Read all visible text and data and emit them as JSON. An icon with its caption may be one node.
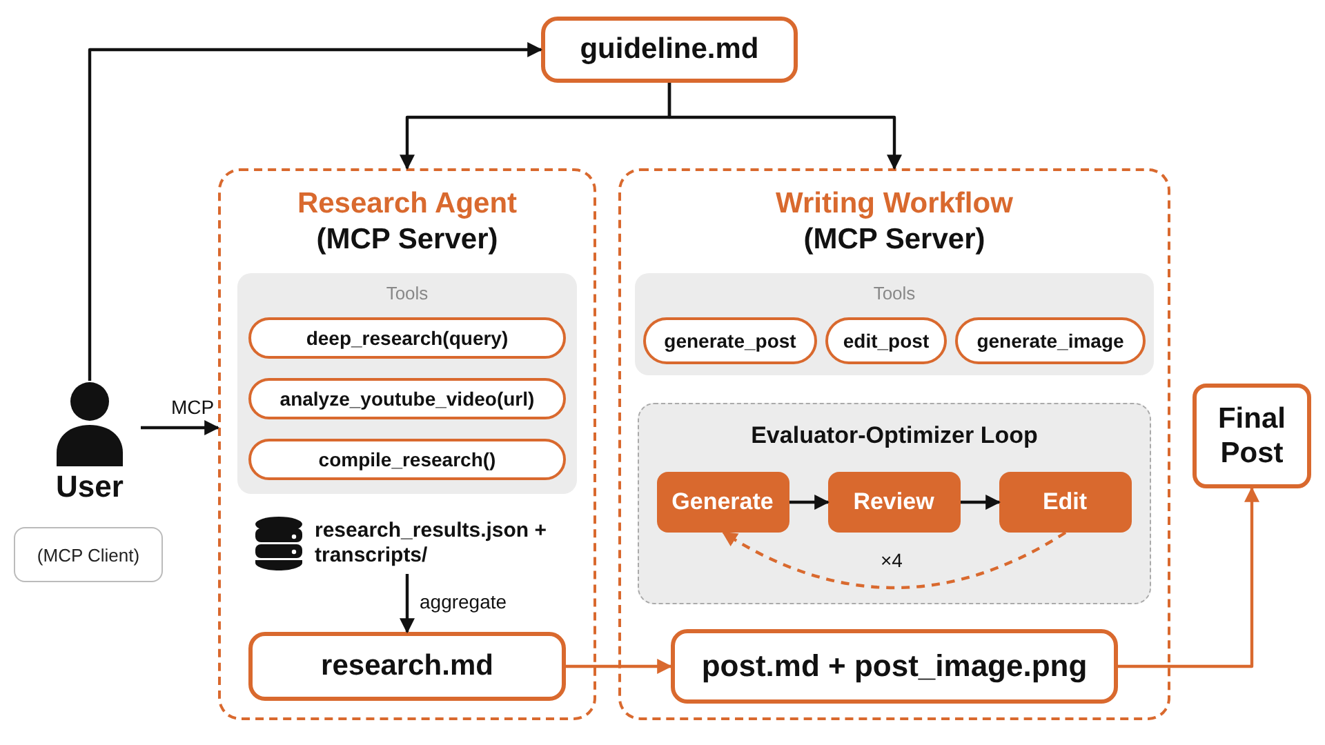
{
  "diagram": {
    "nodes": [
      {
        "text": [
          "guideline.md"
        ]
      },
      {
        "text": [
          "Research Agent",
          "(MCP Server)"
        ]
      },
      {
        "text": [
          "Tools"
        ],
        "in": 1
      },
      {
        "text": [
          "deep_research(query)"
        ],
        "in": 2
      },
      {
        "text": [
          "analyze_youtube_video(url)"
        ],
        "in": 2
      },
      {
        "text": [
          "compile_research()"
        ],
        "in": 2
      },
      {
        "text": [
          "research_results.json + transcripts/"
        ],
        "in": 1
      },
      {
        "text": [
          "research.md"
        ],
        "in": 1
      },
      {
        "text": [
          "Writing Workflow",
          "(MCP Server)"
        ]
      },
      {
        "text": [
          "Tools"
        ],
        "in": 8
      },
      {
        "text": [
          "generate_post"
        ],
        "in": 9
      },
      {
        "text": [
          "edit_post"
        ],
        "in": 9
      },
      {
        "text": [
          "generate_image"
        ],
        "in": 9
      },
      {
        "text": [
          "Evaluator-Optimizer Loop"
        ],
        "in": 8
      },
      {
        "text": [
          "Generate"
        ],
        "in": 13
      },
      {
        "text": [
          "Review"
        ],
        "in": 13
      },
      {
        "text": [
          "Edit"
        ],
        "in": 13
      },
      {
        "text": [
          "post.md + post_image.png"
        ],
        "in": 8
      },
      {
        "text": [
          "Final Post"
        ]
      },
      {
        "text": [
          "User"
        ]
      },
      {
        "text": [
          "(MCP Client)"
        ]
      }
    ],
    "edges": [
      {
        "from": 19,
        "to": 0,
        "arrow": "to"
      },
      {
        "from": 0,
        "to": 1,
        "arrow": "to"
      },
      {
        "from": 0,
        "to": 8,
        "arrow": "to"
      },
      {
        "from": 19,
        "to": 1,
        "arrow": "to",
        "label": "MCP"
      },
      {
        "from": 6,
        "to": 7,
        "arrow": "to",
        "label": "aggregate"
      },
      {
        "from": 14,
        "to": 15,
        "arrow": "to"
      },
      {
        "from": 15,
        "to": 16,
        "arrow": "to"
      },
      {
        "from": 16,
        "to": 14,
        "arrow": "to",
        "label": "×4",
        "style": "dashed",
        "color": "#d9692e"
      },
      {
        "from": 7,
        "to": 17,
        "arrow": "to",
        "color": "#d9692e"
      },
      {
        "from": 17,
        "to": 18,
        "arrow": "to",
        "color": "#d9692e"
      }
    ]
  }
}
